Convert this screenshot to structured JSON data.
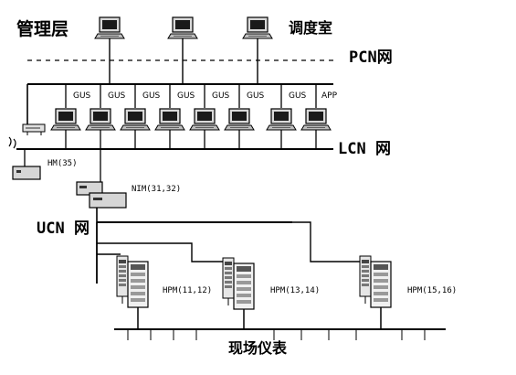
{
  "labels": {
    "management_layer": "管理层",
    "dispatch_room": "调度室",
    "pcn_network": "PCN网",
    "lcn_network": "LCN 网",
    "ucn_network": "UCN 网",
    "hm": "HM(35)",
    "nim": "NIM(31,32)",
    "hpm_1": "HPM(11,12)",
    "hpm_2": "HPM(13,14)",
    "hpm_3": "HPM(15,16)",
    "field_instruments": "现场仪表"
  },
  "station_tags": [
    "GUS",
    "GUS",
    "GUS",
    "GUS",
    "GUS",
    "GUS",
    "GUS",
    "APP"
  ]
}
